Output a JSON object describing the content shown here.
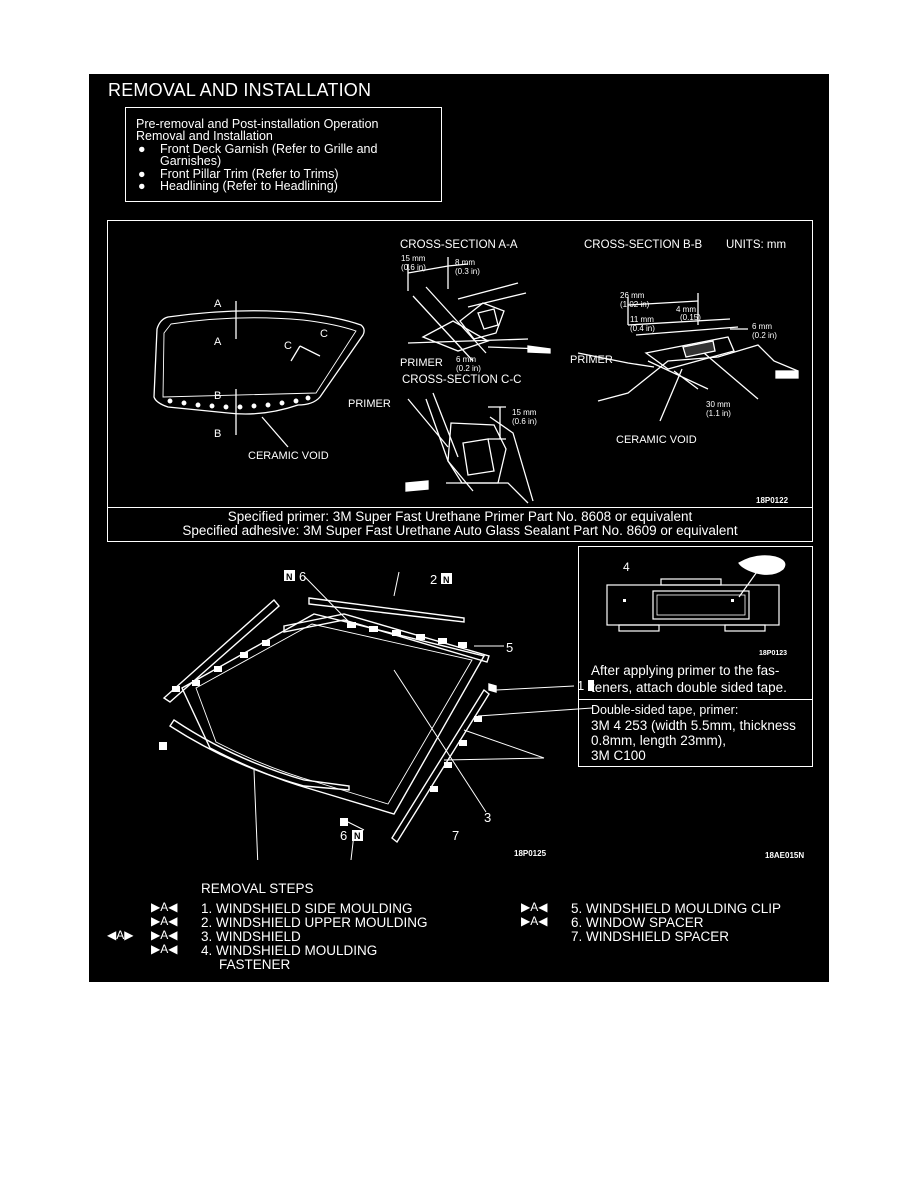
{
  "title": "REMOVAL AND INSTALLATION",
  "pre_removal": {
    "heading_line1": "Pre-removal and Post-installation Operation",
    "heading_line2": "Removal and Installation",
    "items": [
      {
        "line1": "Front Deck Garnish (Refer to Grille and",
        "line2": "Garnishes)"
      },
      {
        "line1": "Front Pillar Trim (Refer to Trims)",
        "line2": ""
      },
      {
        "line1": "Headlining (Refer to Headlining)",
        "line2": ""
      }
    ]
  },
  "cross_sections": {
    "aa_title": "CROSS-SECTION A-A",
    "bb_title": "CROSS-SECTION B-B",
    "units": "UNITS: mm",
    "cc_title": "CROSS-SECTION C-C",
    "aa_dim1_mm": "15 mm",
    "aa_dim1_in": "(0.6 in)",
    "aa_dim2_mm": "8 mm",
    "aa_dim2_in": "(0.3 in)",
    "aa_dim3_mm": "6 mm",
    "aa_dim3_in": "(0.2 in)",
    "primer": "PRIMER",
    "bb_dim1_mm": "26 mm",
    "bb_dim1_in": "(1.02 in)",
    "bb_dim2_mm": "4 mm",
    "bb_dim2_in": "(0.15)",
    "bb_dim3_mm": "11 mm",
    "bb_dim3_in": "(0.4 in)",
    "bb_dim4_mm": "6 mm",
    "bb_dim4_in": "(0.2 in)",
    "bb_dim5_mm": "30 mm",
    "bb_dim5_in": "(1.1 in)",
    "cc_dim_mm": "15 mm",
    "cc_dim_in": "(0.6 in)",
    "ceramic_void": "CERAMIC VOID",
    "label_a": "A",
    "label_b": "B",
    "label_c": "C",
    "code": "18P0122",
    "spec_primer": "Specified primer: 3M Super Fast Urethane Primer Part No. 8608 or equivalent",
    "spec_adhesive": "Specified adhesive: 3M Super Fast Urethane Auto Glass Sealant Part No. 8609 or equivalent"
  },
  "exploded": {
    "n_mark": "N",
    "callouts": [
      "1",
      "2",
      "3",
      "4",
      "5",
      "6",
      "7"
    ],
    "code": "18P0125"
  },
  "detail": {
    "callout": "4",
    "code": "18P0123",
    "note_line1": "After applying primer to the fas-",
    "note_line2": "teners, attach double sided tape.",
    "tape_line1": "Double-sided tape, primer:",
    "tape_line2": "3M 4 253 (width 5.5mm, thickness",
    "tape_line3": "0.8mm, length 23mm),",
    "tape_line4": "3M C100",
    "ref_code": "18AE015N"
  },
  "removal_steps": {
    "heading": "REMOVAL STEPS",
    "marker": "▶A◀",
    "marker_inst": "◀A▶",
    "left": [
      {
        "text": "1. WINDSHIELD SIDE MOULDING",
        "cont": ""
      },
      {
        "text": "2. WINDSHIELD UPPER MOULDING",
        "cont": ""
      },
      {
        "text": "3. WINDSHIELD",
        "cont": ""
      },
      {
        "text": "4. WINDSHIELD MOULDING",
        "cont": "FASTENER"
      }
    ],
    "right": [
      {
        "text": "5. WINDSHIELD MOULDING CLIP",
        "marked": true
      },
      {
        "text": "6. WINDOW SPACER",
        "marked": true
      },
      {
        "text": "7. WINDSHIELD SPACER",
        "marked": false
      }
    ]
  }
}
